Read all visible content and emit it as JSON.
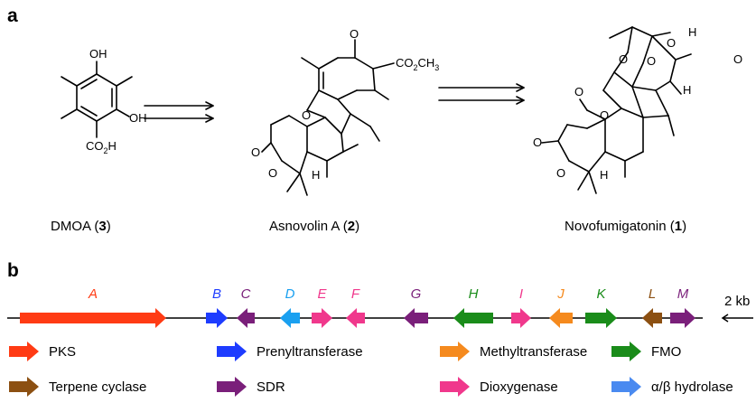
{
  "panel_a": {
    "label": "a",
    "compounds": [
      {
        "name": "DMOA (",
        "num": "3",
        "close": ")"
      },
      {
        "name": "Asnovolin A (",
        "num": "2",
        "close": ")"
      },
      {
        "name": "Novofumigatonin (",
        "num": "1",
        "close": ")"
      }
    ],
    "atoms": {
      "oh": "OH",
      "co2h": "CO",
      "co2h_sub": "2",
      "co2h_tail": "H",
      "o": "O",
      "h": "H",
      "co2ch3": "CO",
      "co2ch3_sub": "2",
      "co2ch3_tail": "CH",
      "co2ch3_sub2": "3"
    }
  },
  "panel_b": {
    "label": "b",
    "scale_text": "2 kb",
    "genes": [
      {
        "letter": "A",
        "color": "#ff3b14",
        "dir": "right"
      },
      {
        "letter": "B",
        "color": "#1e3cff",
        "dir": "right"
      },
      {
        "letter": "C",
        "color": "#7a1f7a",
        "dir": "left"
      },
      {
        "letter": "D",
        "color": "#1aa0f0",
        "dir": "left"
      },
      {
        "letter": "E",
        "color": "#f0388c",
        "dir": "right"
      },
      {
        "letter": "F",
        "color": "#f0388c",
        "dir": "left"
      },
      {
        "letter": "G",
        "color": "#7a1f7a",
        "dir": "left"
      },
      {
        "letter": "H",
        "color": "#1a8c1a",
        "dir": "left"
      },
      {
        "letter": "I",
        "color": "#f0388c",
        "dir": "right"
      },
      {
        "letter": "J",
        "color": "#f58a1e",
        "dir": "left"
      },
      {
        "letter": "K",
        "color": "#1a8c1a",
        "dir": "right"
      },
      {
        "letter": "L",
        "color": "#8c5012",
        "dir": "left"
      },
      {
        "letter": "M",
        "color": "#7a1f7a",
        "dir": "right"
      }
    ],
    "legend": [
      {
        "label": "PKS",
        "color": "#ff3b14"
      },
      {
        "label": "Prenyltransferase",
        "color": "#1e3cff"
      },
      {
        "label": "Methyltransferase",
        "color": "#f58a1e"
      },
      {
        "label": "FMO",
        "color": "#1a8c1a"
      },
      {
        "label": "Terpene cyclase",
        "color": "#8c5012"
      },
      {
        "label": "SDR",
        "color": "#7a1f7a"
      },
      {
        "label": "Dioxygenase",
        "color": "#f0388c"
      },
      {
        "label": "α/β hydrolase",
        "color": "#4a8af0"
      }
    ]
  }
}
